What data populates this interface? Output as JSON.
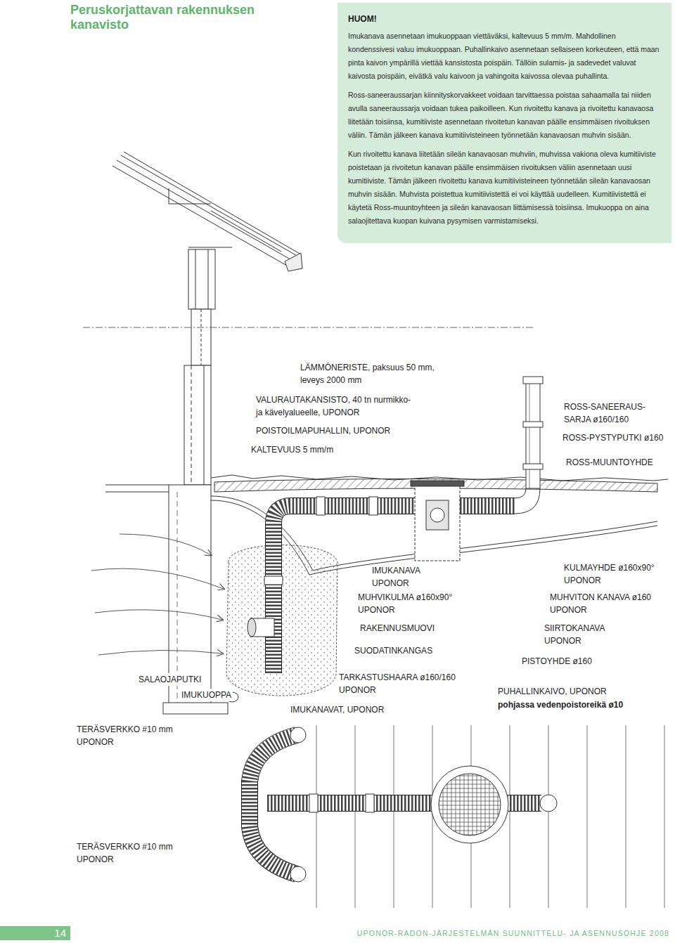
{
  "diagram": {
    "title": "Peruskorjattavan rakennuksen kanavisto",
    "nodes": [
      {
        "text": [
          "HUOM!",
          "Imukanava asennetaan imukuoppaan viettäväksi, kaltevuus 5 mm/m. Mahdollinen kondenssivesi valuu imukuoppaan. Puhallinkaivo asennetaan sellaiseen korkeuteen, että maan pinta kaivon ympärillä viettää kansistosta poispäin. Tällöin sulamis- ja sadevedet valuvat kaivosta poispäin, eivätkä valu kaivoon ja vahingoita kaivossa olevaa puhallinta.",
          "Ross-saneeraussarjan kiinnityskorvakkeet voidaan tarvittaessa poistaa sahaamalla tai niiden avulla saneeraussarja voidaan tukea paikoilleen. Kun rivoitettu kanava ja rivoitettu kanavaosa liitetään toisiinsa, kumitiiviste asennetaan rivoitetun kanavan päälle ensimmäisen rivoituksen väliin. Tämän jälkeen kanava kumitiivisteineen työnnetään kanavaosan muhvin sisään.",
          "Kun rivoitettu kanava liitetään sileän kanavaosan muhviin, muhvissa vakiona oleva kumitiiviste poistetaan ja rivoitetun kanavan päälle ensimmäisen rivoituksen väliin asennetaan uusi kumitiiviste. Tämän jälkeen rivoitettu kanava kumitiivisteineen työnnetään sileän kanavaosan muhvin sisään. Muhvista poistettua kumitiivistettä ei voi käyttää uudelleen. Kumitiivistettä ei käytetä Ross-muuntoyhteen ja sileän kanavaosan liittämisessä toisiinsa. Imukuoppa on aina salaojitettava kuopan kuivana pysymisen varmistamiseksi."
        ]
      },
      {
        "text": [
          "14"
        ]
      }
    ],
    "labels": [
      "LÄMMÖNERISTE, paksuus 50 mm, leveys 2000 mm",
      "VALURAUTAKANSISTO, 40 tn nurmikko- ja kävelyalueelle, UPONOR",
      "POISTOILMAPUHALLIN, UPONOR",
      "KALTEVUUS 5 mm/m",
      "ROSS-SANEERAUS- SARJA ø160/160",
      "ROSS-PYSTYPUTKI ø160",
      "ROSS-MUUNTOYHDE",
      "IMUKANAVA UPONOR",
      "MUHVIKULMA ø160x90° UPONOR",
      "RAKENNUSMUOVI",
      "SUODATINKANGAS",
      "TARKASTUSHAARA ø160/160 UPONOR",
      "IMUKANAVAT, UPONOR",
      "SALAOJAPUTKI",
      "IMUKUOPPA",
      "KULMAYHDE ø160x90° UPONOR",
      "MUHVITON KANAVA ø160 UPONOR",
      "SIIRTOKANAVA UPONOR",
      "PISTOYHDE ø160",
      "PUHALLINKAIVO, UPONOR",
      "pohjassa vedenpoistoreikä ø10",
      "TERÄSVERKKO #10 mm UPONOR",
      "TERÄSVERKKO #10 mm UPONOR",
      "UPONOR-RADON-JÄRJESTELMÄN SUUNNITTELU- JA ASENNUSOHJE 2008"
    ]
  }
}
